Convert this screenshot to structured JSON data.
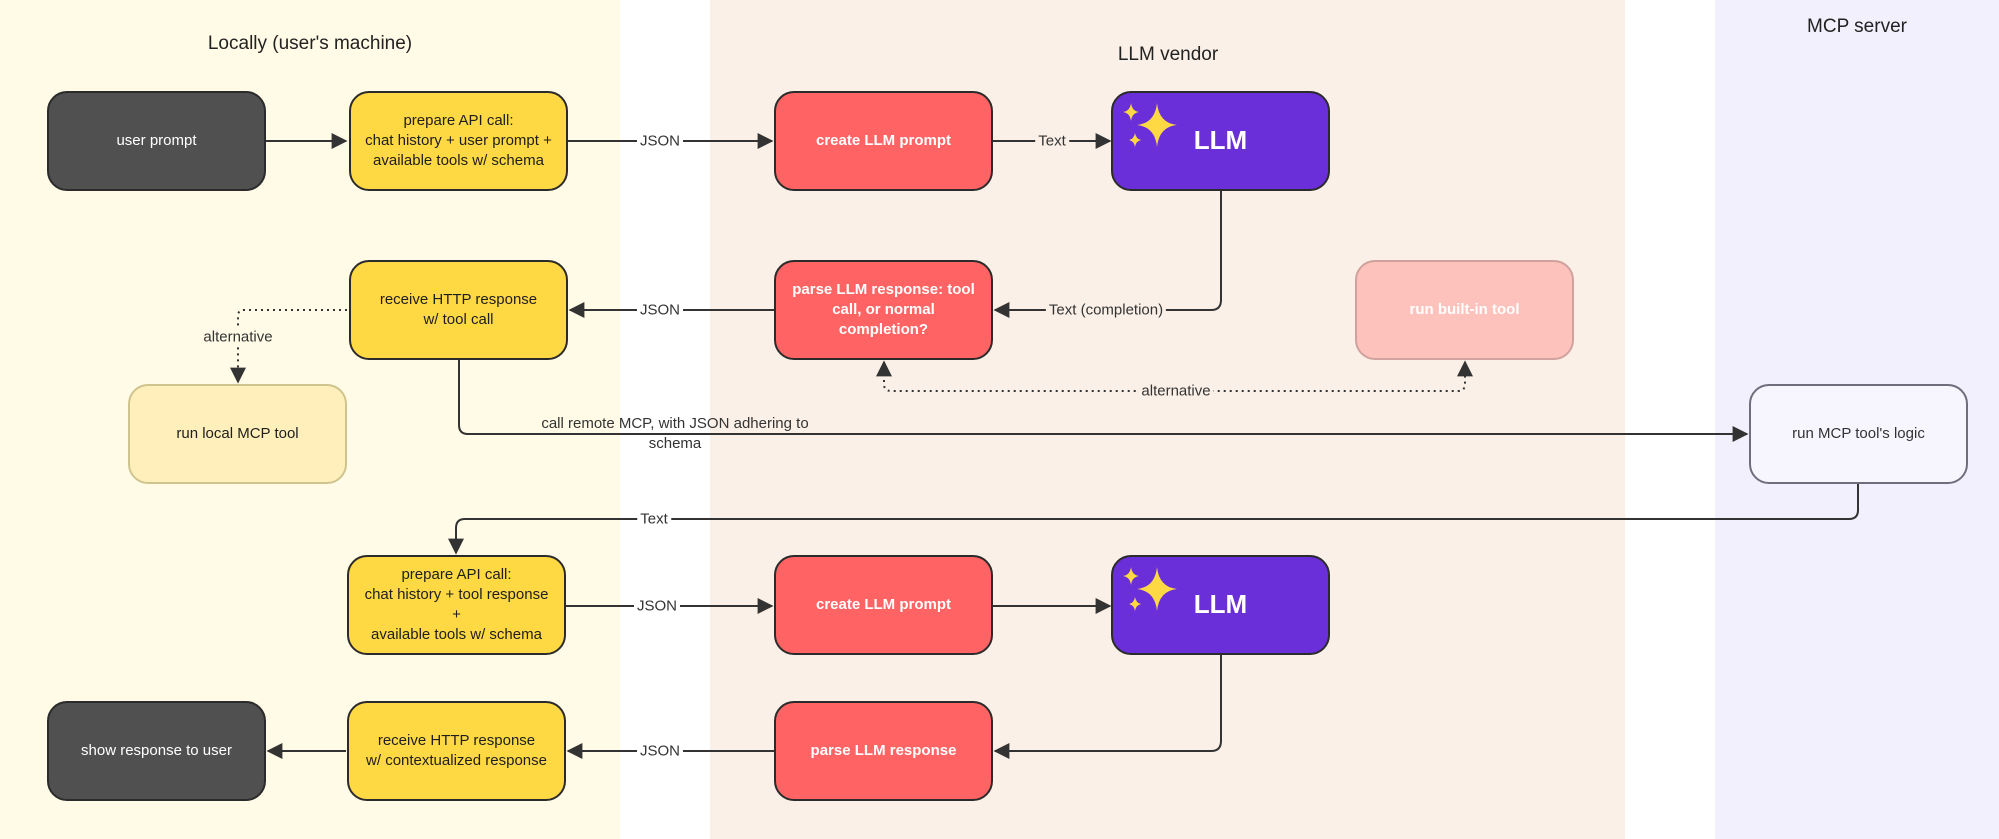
{
  "lanes": {
    "local": "Locally (user's machine)",
    "vendor": "LLM vendor",
    "mcp": "MCP server"
  },
  "nodes": {
    "user_prompt": "user prompt",
    "prepare_call_1": "prepare API call:\nchat history + user prompt +\navailable tools w/ schema",
    "create_prompt_1": "create LLM prompt",
    "llm_1": "LLM",
    "receive_tool_call": "receive HTTP response\nw/ tool call",
    "parse_response_1": "parse LLM response: tool\ncall, or normal completion?",
    "run_builtin": "run built-in tool",
    "run_local_mcp": "run local MCP tool",
    "run_mcp_logic": "run MCP tool's logic",
    "prepare_call_2": "prepare API call:\nchat history + tool response +\navailable tools w/ schema",
    "create_prompt_2": "create LLM prompt",
    "llm_2": "LLM",
    "show_response": "show response to user",
    "receive_contextualized": "receive HTTP response\nw/ contextualized response",
    "parse_response_2": "parse LLM response"
  },
  "edges": {
    "json_1": "JSON",
    "text_1": "Text",
    "json_2": "JSON",
    "text_completion": "Text (completion)",
    "alternative_local": "alternative",
    "alternative_builtin": "alternative",
    "call_remote": "call remote MCP, with JSON adhering to schema",
    "text_return": "Text",
    "json_3": "JSON",
    "json_4": "JSON"
  },
  "colors": {
    "dark_node": "#505050",
    "yellow_node": "#ffd944",
    "red_node": "#ff6363",
    "purple_node": "#6a2fd8",
    "pink_node": "#fdc2bc",
    "sparkle": "#ffd944"
  }
}
